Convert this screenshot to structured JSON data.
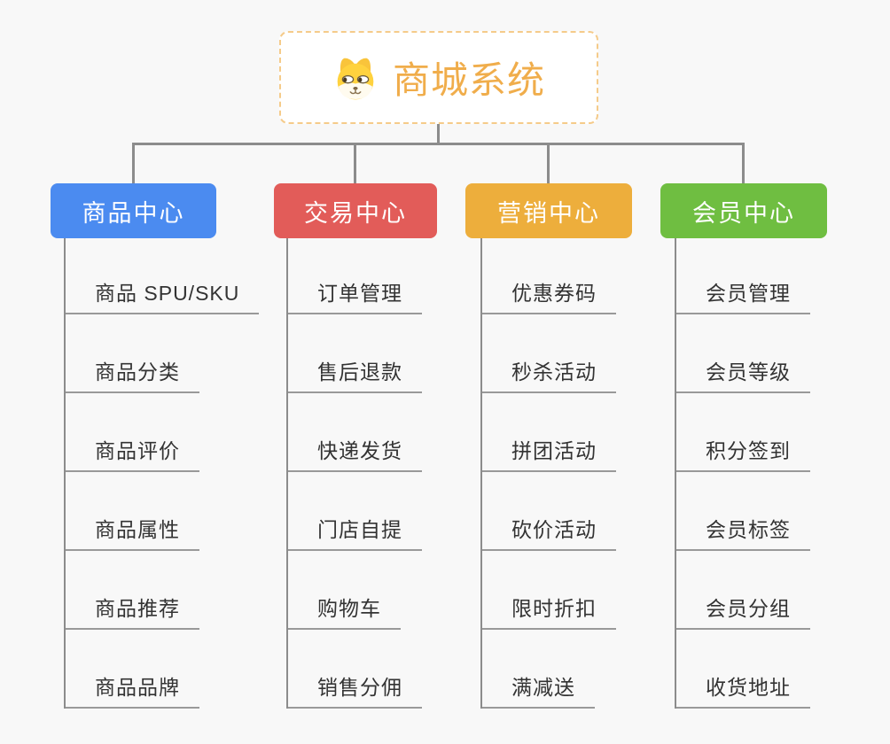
{
  "root": {
    "title": "商城系统",
    "icon": "dog-face-icon"
  },
  "branches": [
    {
      "label": "商品中心",
      "color": "#4B8BF0",
      "children": [
        "商品 SPU/SKU",
        "商品分类",
        "商品评价",
        "商品属性",
        "商品推荐",
        "商品品牌"
      ]
    },
    {
      "label": "交易中心",
      "color": "#E25C59",
      "children": [
        "订单管理",
        "售后退款",
        "快递发货",
        "门店自提",
        "购物车",
        "销售分佣"
      ]
    },
    {
      "label": "营销中心",
      "color": "#EDAE3C",
      "children": [
        "优惠券码",
        "秒杀活动",
        "拼团活动",
        "砍价活动",
        "限时折扣",
        "满减送"
      ]
    },
    {
      "label": "会员中心",
      "color": "#6FBE41",
      "children": [
        "会员管理",
        "会员等级",
        "积分签到",
        "会员标签",
        "会员分组",
        "收货地址"
      ]
    }
  ],
  "colors": {
    "background": "#F8F8F8",
    "root_accent": "#F0AD4B",
    "root_border": "#F5CB8A",
    "connector": "#8C8C8C",
    "leaf_underline": "#999999",
    "leaf_text": "#333333"
  }
}
